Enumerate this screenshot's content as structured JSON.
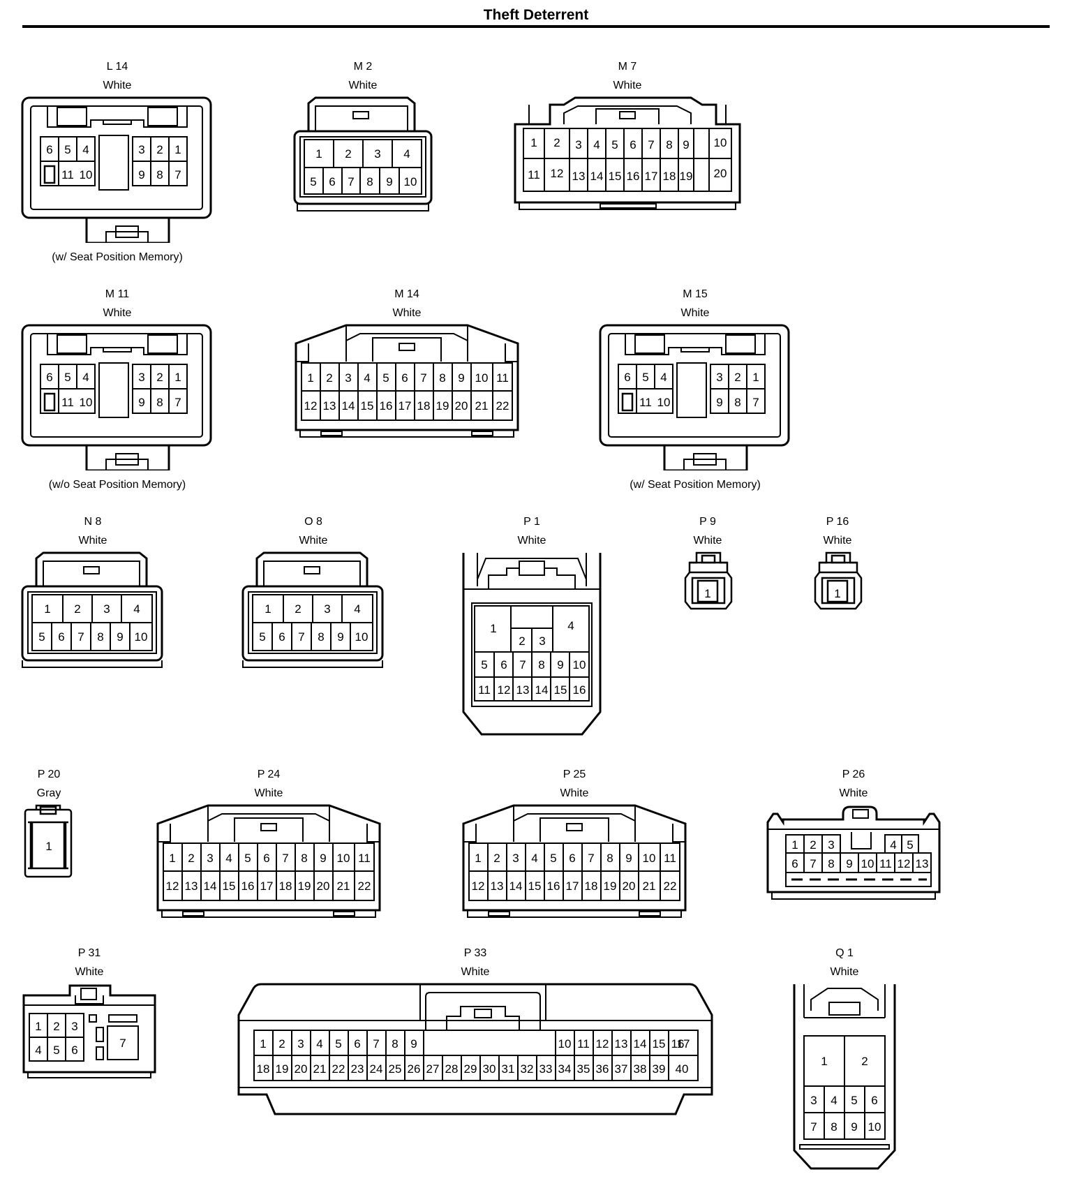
{
  "title": "Theft Deterrent",
  "connectors": [
    {
      "id": "L 14",
      "color": "White",
      "note": "(w/ Seat Position Memory)"
    },
    {
      "id": "M 2",
      "color": "White"
    },
    {
      "id": "M 7",
      "color": "White"
    },
    {
      "id": "M 11",
      "color": "White",
      "note": "(w/o Seat Position Memory)"
    },
    {
      "id": "M 14",
      "color": "White"
    },
    {
      "id": "M 15",
      "color": "White",
      "note": "(w/ Seat Position Memory)"
    },
    {
      "id": "N 8",
      "color": "White"
    },
    {
      "id": "O 8",
      "color": "White"
    },
    {
      "id": "P 1",
      "color": "White"
    },
    {
      "id": "P 9",
      "color": "White"
    },
    {
      "id": "P 16",
      "color": "White"
    },
    {
      "id": "P 20",
      "color": "Gray"
    },
    {
      "id": "P 24",
      "color": "White"
    },
    {
      "id": "P 25",
      "color": "White"
    },
    {
      "id": "P 26",
      "color": "White"
    },
    {
      "id": "P 31",
      "color": "White"
    },
    {
      "id": "P 33",
      "color": "White"
    },
    {
      "id": "Q 1",
      "color": "White"
    }
  ]
}
